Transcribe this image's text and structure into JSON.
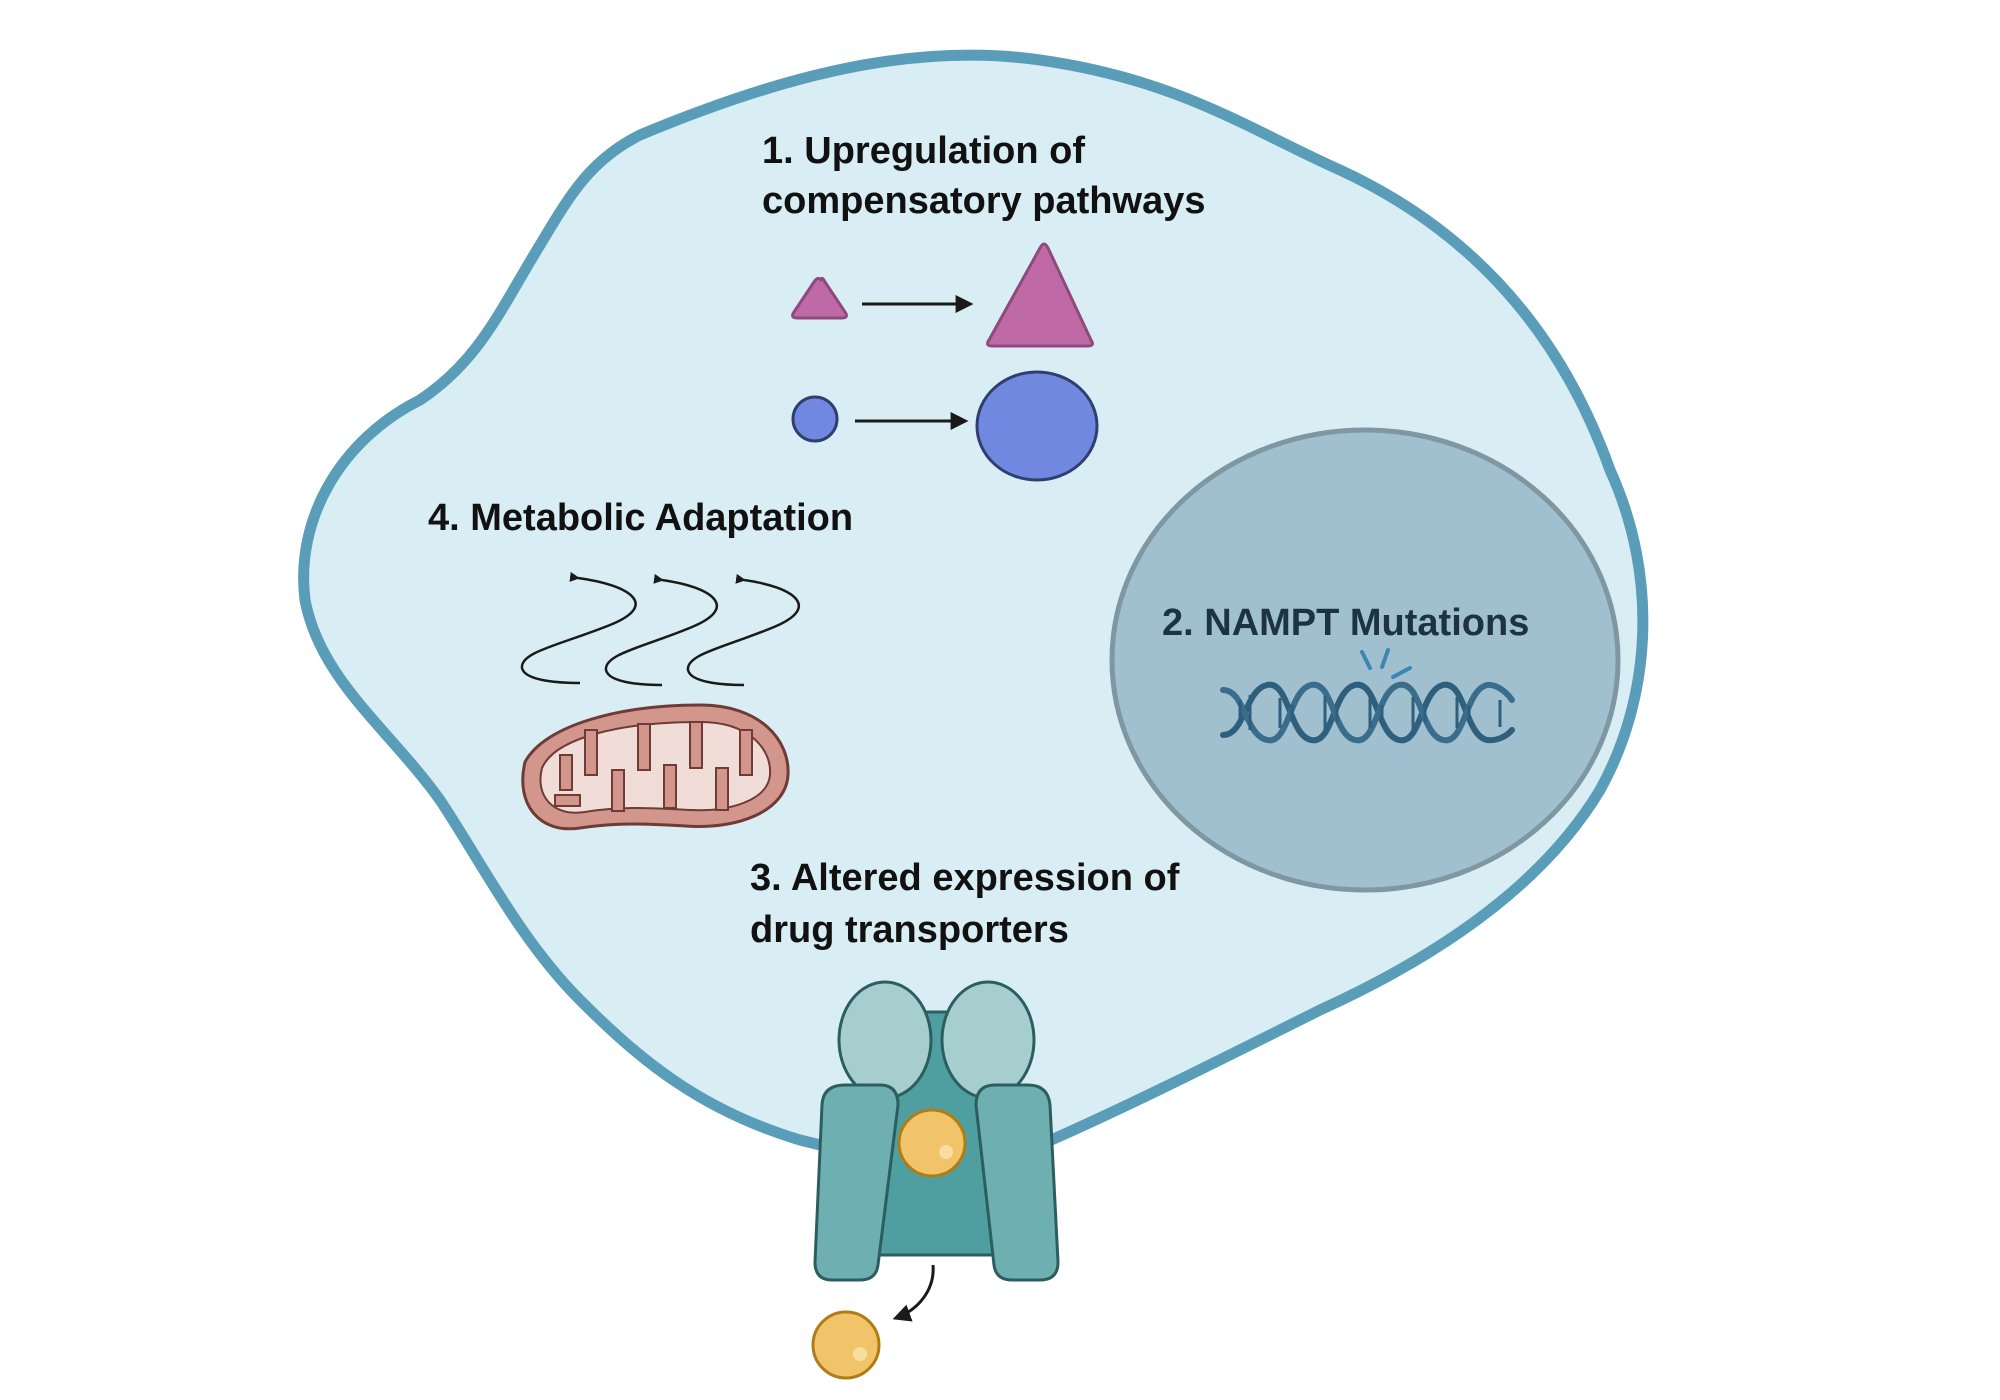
{
  "figure": {
    "labels": {
      "pathways_line1": "1. Upregulation of",
      "pathways_line2": "compensatory pathways",
      "nampt": "2. NAMPT Mutations",
      "transporters_line1": "3. Altered expression of",
      "transporters_line2": "drug transporters",
      "metabolic": "4. Metabolic Adaptation"
    },
    "colors": {
      "cell_fill": "#d8eef4",
      "cell_border": "#5a9db8",
      "nucleus_fill": "#a0c0d0",
      "nucleus_border": "#7f96a3",
      "triangle": "#bf6aa6",
      "circle": "#7088e0",
      "dna": "#2e5f7c",
      "mitochondrion": "#d3968c",
      "transporter_dark": "#4f9ea0",
      "transporter_light": "#6eb0b2",
      "transporter_top": "#a7cecf",
      "drug": "#f2c46a"
    },
    "icons": [
      "triangle-icon",
      "circle-icon",
      "arrow-icon",
      "dna-icon",
      "mitochondrion-icon",
      "heat-wave-icon",
      "transporter-icon",
      "drug-molecule-icon"
    ]
  }
}
